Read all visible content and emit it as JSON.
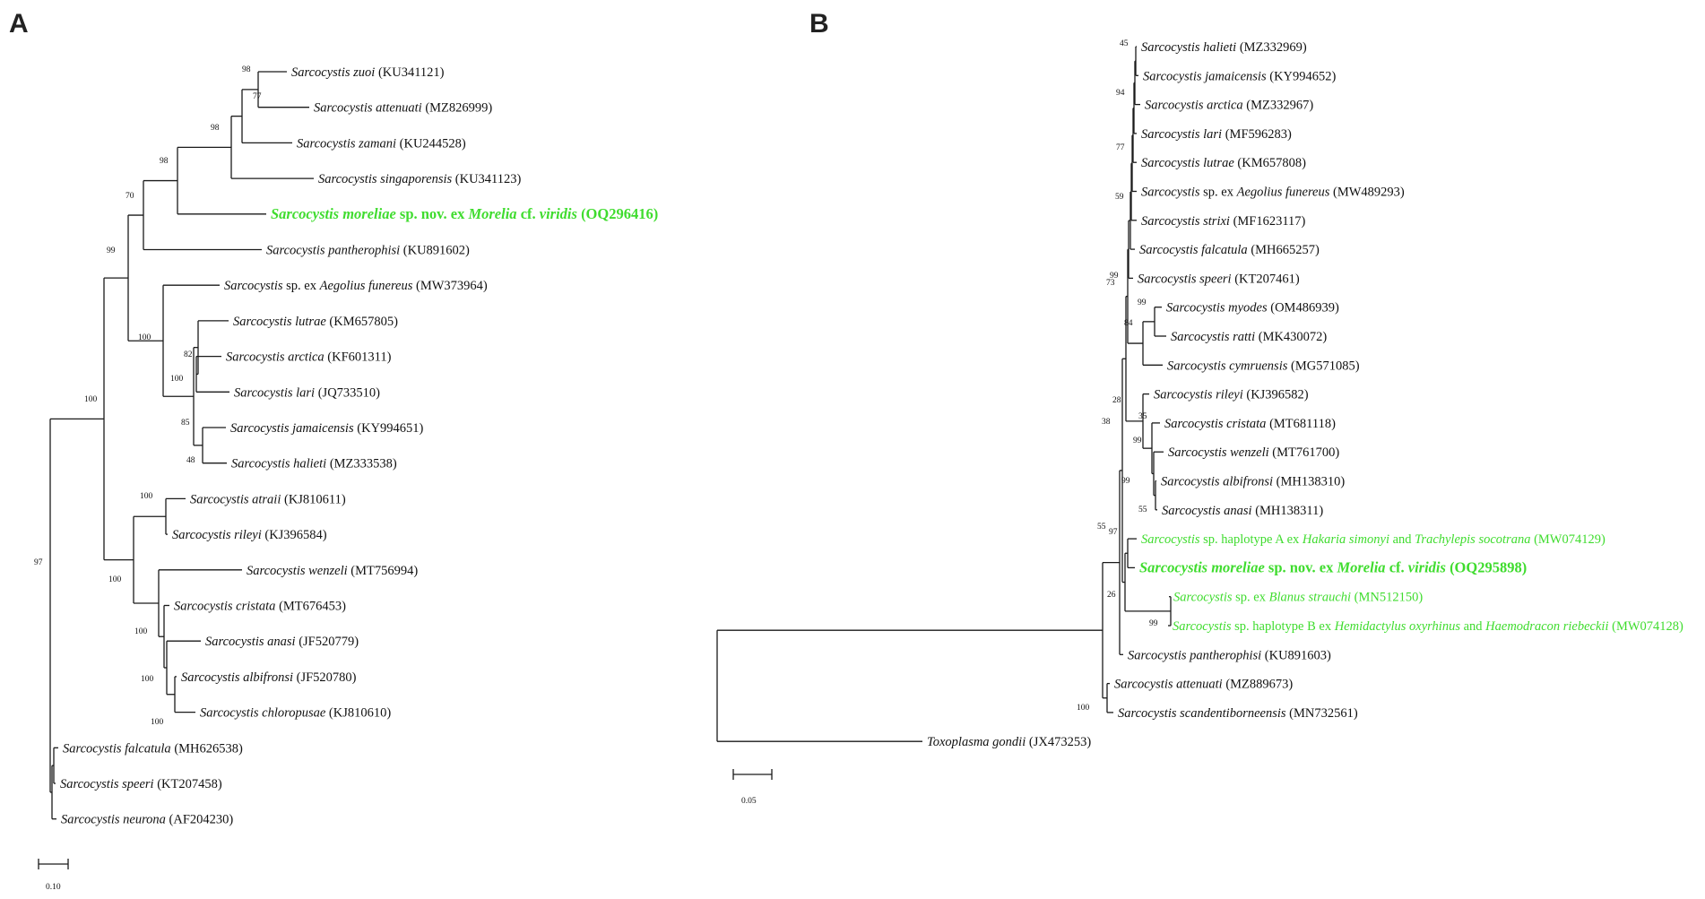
{
  "panels": [
    {
      "label": "A",
      "scale_label": "0.10",
      "taxa": [
        [
          {
            "t": "Sarcocystis zuoi",
            "i": true
          },
          {
            "t": " (KU341121)",
            "i": false
          }
        ],
        [
          {
            "t": "Sarcocystis attenuati",
            "i": true
          },
          {
            "t": " (MZ826999)",
            "i": false
          }
        ],
        [
          {
            "t": "Sarcocystis zamani",
            "i": true
          },
          {
            "t": " (KU244528)",
            "i": false
          }
        ],
        [
          {
            "t": "Sarcocystis singaporensis",
            "i": true
          },
          {
            "t": " (KU341123)",
            "i": false
          }
        ],
        [
          {
            "t": "Sarcocystis moreliae",
            "i": true
          },
          {
            "t": " sp. nov. ex ",
            "i": false
          },
          {
            "t": "Morelia",
            "i": true
          },
          {
            "t": " cf. ",
            "i": false
          },
          {
            "t": "viridis",
            "i": true
          },
          {
            "t": " (OQ296416)",
            "i": false
          }
        ],
        [
          {
            "t": "Sarcocystis pantherophisi",
            "i": true
          },
          {
            "t": " (KU891602)",
            "i": false
          }
        ],
        [
          {
            "t": "Sarcocystis",
            "i": true
          },
          {
            "t": " sp. ex ",
            "i": false
          },
          {
            "t": "Aegolius funereus",
            "i": true
          },
          {
            "t": " (MW373964)",
            "i": false
          }
        ],
        [
          {
            "t": "Sarcocystis lutrae",
            "i": true
          },
          {
            "t": " (KM657805)",
            "i": false
          }
        ],
        [
          {
            "t": "Sarcocystis arctica",
            "i": true
          },
          {
            "t": " (KF601311)",
            "i": false
          }
        ],
        [
          {
            "t": "Sarcocystis lari",
            "i": true
          },
          {
            "t": " (JQ733510)",
            "i": false
          }
        ],
        [
          {
            "t": "Sarcocystis jamaicensis",
            "i": true
          },
          {
            "t": " (KY994651)",
            "i": false
          }
        ],
        [
          {
            "t": "Sarcocystis halieti",
            "i": true
          },
          {
            "t": " (MZ333538)",
            "i": false
          }
        ],
        [
          {
            "t": "Sarcocystis atraii",
            "i": true
          },
          {
            "t": " (KJ810611)",
            "i": false
          }
        ],
        [
          {
            "t": "Sarcocystis rileyi",
            "i": true
          },
          {
            "t": " (KJ396584)",
            "i": false
          }
        ],
        [
          {
            "t": "Sarcocystis wenzeli",
            "i": true
          },
          {
            "t": " (MT756994)",
            "i": false
          }
        ],
        [
          {
            "t": "Sarcocystis cristata",
            "i": true
          },
          {
            "t": " (MT676453)",
            "i": false
          }
        ],
        [
          {
            "t": "Sarcocystis anasi",
            "i": true
          },
          {
            "t": " (JF520779)",
            "i": false
          }
        ],
        [
          {
            "t": "Sarcocystis albifronsi",
            "i": true
          },
          {
            "t": " (JF520780)",
            "i": false
          }
        ],
        [
          {
            "t": "Sarcocystis chloropusae",
            "i": true
          },
          {
            "t": " (KJ810610)",
            "i": false
          }
        ],
        [
          {
            "t": "Sarcocystis falcatula",
            "i": true
          },
          {
            "t": " (MH626538)",
            "i": false
          }
        ],
        [
          {
            "t": "Sarcocystis speeri",
            "i": true
          },
          {
            "t": " (KT207458)",
            "i": false
          }
        ],
        [
          {
            "t": "Sarcocystis neurona",
            "i": true
          },
          {
            "t": " (AF204230)",
            "i": false
          }
        ]
      ],
      "bootstrap": [
        "98",
        "77",
        "98",
        "98",
        "70",
        "99",
        "100",
        "82",
        "100",
        "85",
        "48",
        "100",
        "100",
        "100",
        "100",
        "100",
        "100",
        "97"
      ]
    },
    {
      "label": "B",
      "scale_label": "0.05",
      "taxa": [
        [
          {
            "t": "Sarcocystis halieti",
            "i": true
          },
          {
            "t": " (MZ332969)",
            "i": false
          }
        ],
        [
          {
            "t": "Sarcocystis jamaicensis",
            "i": true
          },
          {
            "t": " (KY994652)",
            "i": false
          }
        ],
        [
          {
            "t": "Sarcocystis arctica",
            "i": true
          },
          {
            "t": " (MZ332967)",
            "i": false
          }
        ],
        [
          {
            "t": "Sarcocystis lari",
            "i": true
          },
          {
            "t": " (MF596283)",
            "i": false
          }
        ],
        [
          {
            "t": "Sarcocystis lutrae",
            "i": true
          },
          {
            "t": " (KM657808)",
            "i": false
          }
        ],
        [
          {
            "t": "Sarcocystis",
            "i": true
          },
          {
            "t": " sp. ex ",
            "i": false
          },
          {
            "t": "Aegolius funereus",
            "i": true
          },
          {
            "t": " (MW489293)",
            "i": false
          }
        ],
        [
          {
            "t": "Sarcocystis strixi",
            "i": true
          },
          {
            "t": " (MF1623117)",
            "i": false
          }
        ],
        [
          {
            "t": "Sarcocystis falcatula",
            "i": true
          },
          {
            "t": " (MH665257)",
            "i": false
          }
        ],
        [
          {
            "t": "Sarcocystis speeri",
            "i": true
          },
          {
            "t": " (KT207461)",
            "i": false
          }
        ],
        [
          {
            "t": "Sarcocystis myodes",
            "i": true
          },
          {
            "t": " (OM486939)",
            "i": false
          }
        ],
        [
          {
            "t": "Sarcocystis ratti",
            "i": true
          },
          {
            "t": " (MK430072)",
            "i": false
          }
        ],
        [
          {
            "t": "Sarcocystis cymruensis",
            "i": true
          },
          {
            "t": " (MG571085)",
            "i": false
          }
        ],
        [
          {
            "t": "Sarcocystis rileyi",
            "i": true
          },
          {
            "t": " (KJ396582)",
            "i": false
          }
        ],
        [
          {
            "t": "Sarcocystis cristata",
            "i": true
          },
          {
            "t": " (MT681118)",
            "i": false
          }
        ],
        [
          {
            "t": "Sarcocystis wenzeli",
            "i": true
          },
          {
            "t": " (MT761700)",
            "i": false
          }
        ],
        [
          {
            "t": "Sarcocystis albifronsi",
            "i": true
          },
          {
            "t": " (MH138310)",
            "i": false
          }
        ],
        [
          {
            "t": "Sarcocystis anasi",
            "i": true
          },
          {
            "t": " (MH138311)",
            "i": false
          }
        ],
        [
          {
            "t": "Sarcocystis",
            "i": true
          },
          {
            "t": " sp. haplotype A ex ",
            "i": false
          },
          {
            "t": "Hakaria simonyi",
            "i": true
          },
          {
            "t": " and ",
            "i": false
          },
          {
            "t": "Trachylepis socotrana",
            "i": true
          },
          {
            "t": " (MW074129)",
            "i": false
          }
        ],
        [
          {
            "t": "Sarcocystis moreliae",
            "i": true
          },
          {
            "t": " sp. nov. ex ",
            "i": false
          },
          {
            "t": "Morelia",
            "i": true
          },
          {
            "t": " cf. ",
            "i": false
          },
          {
            "t": "viridis",
            "i": true
          },
          {
            "t": " (OQ295898)",
            "i": false
          }
        ],
        [
          {
            "t": "Sarcocystis",
            "i": true
          },
          {
            "t": " sp. ex ",
            "i": false
          },
          {
            "t": "Blanus strauchi",
            "i": true
          },
          {
            "t": " (MN512150)",
            "i": false
          }
        ],
        [
          {
            "t": "Sarcocystis",
            "i": true
          },
          {
            "t": " sp. haplotype B ex ",
            "i": false
          },
          {
            "t": "Hemidactylus oxyrhinus",
            "i": true
          },
          {
            "t": " and ",
            "i": false
          },
          {
            "t": "Haemodracon riebeckii",
            "i": true
          },
          {
            "t": " (MW074128)",
            "i": false
          }
        ],
        [
          {
            "t": "Sarcocystis pantherophisi",
            "i": true
          },
          {
            "t": " (KU891603)",
            "i": false
          }
        ],
        [
          {
            "t": "Sarcocystis attenuati",
            "i": true
          },
          {
            "t": " (MZ889673)",
            "i": false
          }
        ],
        [
          {
            "t": "Sarcocystis scandentiborneensis",
            "i": true
          },
          {
            "t": " (MN732561)",
            "i": false
          }
        ],
        [
          {
            "t": "Toxoplasma gondii",
            "i": true
          },
          {
            "t": " (JX473253)",
            "i": false
          }
        ]
      ],
      "bootstrap": [
        "45",
        "94",
        "77",
        "59",
        "99",
        "73",
        "99",
        "84",
        "28",
        "35",
        "99",
        "55",
        "38",
        "99",
        "55",
        "97",
        "26",
        "99",
        "100"
      ]
    }
  ],
  "colors": {
    "highlight": "#3fdc2e",
    "branch": "#1a1a1a",
    "text": "#111111"
  }
}
